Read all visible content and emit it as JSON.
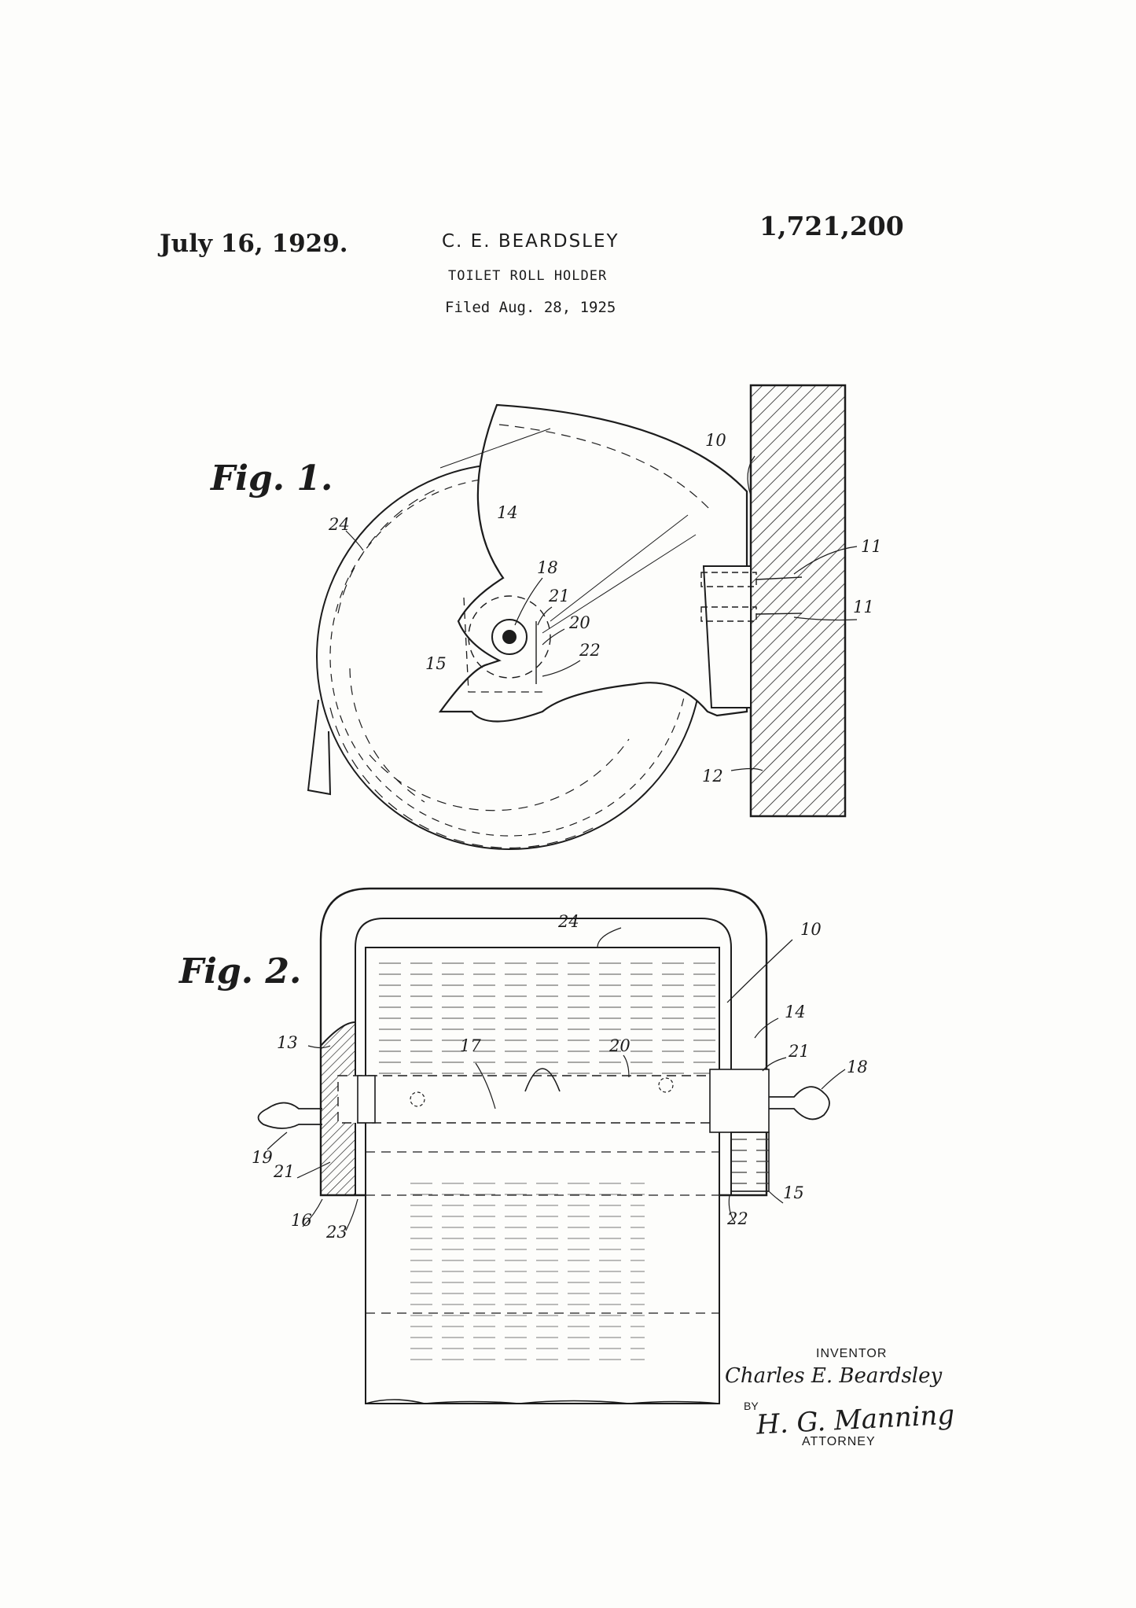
{
  "header": {
    "date": "July 16, 1929.",
    "inventor": "C. E. BEARDSLEY",
    "patent_number": "1,721,200",
    "title": "TOILET ROLL HOLDER",
    "filed": "Filed Aug. 28, 1925"
  },
  "figures": {
    "fig1_label": "Fig. 1.",
    "fig2_label": "Fig. 2."
  },
  "fig1_refs": {
    "r10": "10",
    "r11a": "11",
    "r11b": "11",
    "r12": "12",
    "r14": "14",
    "r15": "15",
    "r18": "18",
    "r20": "20",
    "r21": "21",
    "r22": "22",
    "r24": "24"
  },
  "fig2_refs": {
    "r10": "10",
    "r13": "13",
    "r14": "14",
    "r15": "15",
    "r16": "16",
    "r17": "17",
    "r18": "18",
    "r19": "19",
    "r20": "20",
    "r21a": "21",
    "r21b": "21",
    "r22": "22",
    "r23": "23",
    "r24": "24"
  },
  "signature": {
    "inventor_label": "INVENTOR",
    "inventor_name": "Charles E. Beardsley",
    "by": "BY",
    "attorney_name": "H. G. Manning",
    "attorney_label": "ATTORNEY"
  },
  "colors": {
    "ink": "#1c1c1c",
    "paper": "#fdfdfb"
  }
}
